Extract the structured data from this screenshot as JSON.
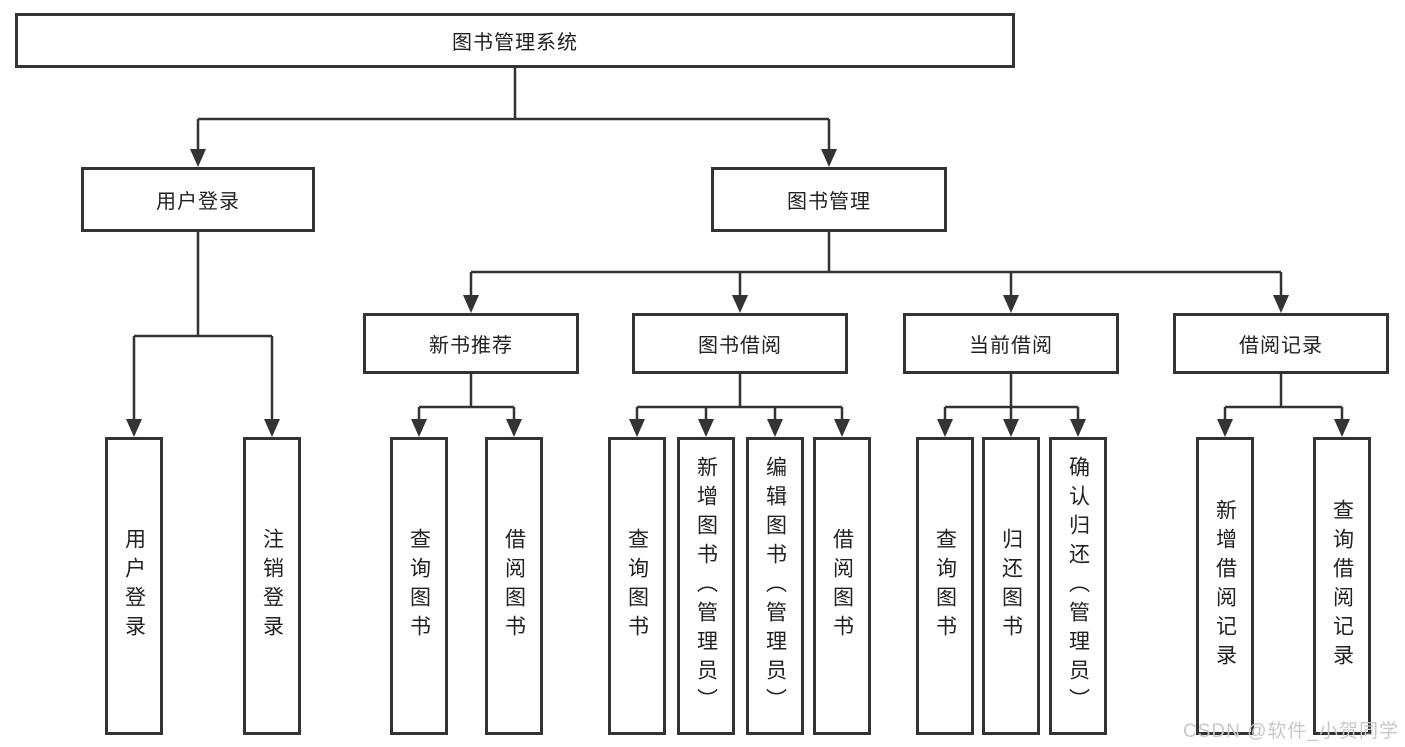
{
  "tree": {
    "root": "图书管理系统",
    "user_login": {
      "label": "用户登录",
      "children": [
        "用户登录",
        "注销登录"
      ]
    },
    "book_mgmt": {
      "label": "图书管理",
      "sections": [
        {
          "label": "新书推荐",
          "children": [
            "查询图书",
            "借阅图书"
          ]
        },
        {
          "label": "图书借阅",
          "children": [
            "查询图书",
            "新增图书（管理员）",
            "编辑图书（管理员）",
            "借阅图书"
          ]
        },
        {
          "label": "当前借阅",
          "children": [
            "查询图书",
            "归还图书",
            "确认归还（管理员）"
          ]
        },
        {
          "label": "借阅记录",
          "children": [
            "新增借阅记录",
            "查询借阅记录"
          ]
        }
      ]
    }
  },
  "watermark": "CSDN @软件_小贺同学",
  "colors": {
    "line": "#333333",
    "text": "#222222",
    "watermark": "#c8c8c8",
    "background": "#ffffff"
  }
}
